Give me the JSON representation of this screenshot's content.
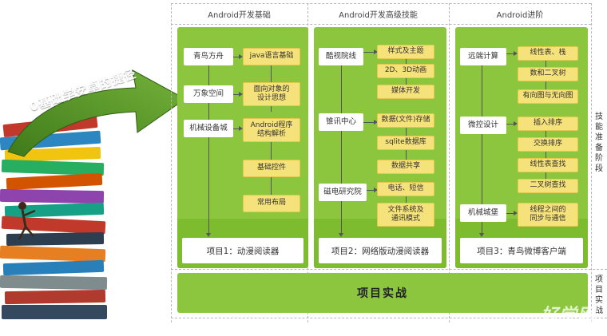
{
  "arrow_caption": "0基础学安卓的捷径",
  "headers": [
    "Android开发基础",
    "Android开发高级技能",
    "Android进阶"
  ],
  "side_labels": {
    "skills": "技能准备阶段",
    "project": "项目实战"
  },
  "columns": [
    {
      "mains": [
        "青鸟方舟",
        "万象空间",
        "机械设备城"
      ],
      "subs": [
        "java语言基础",
        "面向对象的\n设计思想",
        "Android程序\n结构解析",
        "基础控件",
        "常用布局"
      ],
      "project": "项目1：动漫阅读器"
    },
    {
      "mains": [
        "酷视院线",
        "锥讯中心",
        "磁电研究院"
      ],
      "subs": [
        "样式及主题",
        "2D、3D动画",
        "媒体开发",
        "数据(文件)存储",
        "sqlite数据库",
        "数据共享",
        "电话、短信",
        "文件系统及\n通讯模式"
      ],
      "project": "项目2：网络版动漫阅读器"
    },
    {
      "mains": [
        "远端计算",
        "微控设计",
        "机械城堡"
      ],
      "subs": [
        "线性表、栈",
        "数和二叉树",
        "有向图与无向图",
        "插入排序",
        "交换排序",
        "线性表查找",
        "二叉树查找",
        "线程之间的\n同步与通信"
      ],
      "project": "项目3：青鸟微博客户端"
    }
  ],
  "bottom_bar": "项目实战",
  "colors": {
    "panel_green": "#8cc63f",
    "arrow_green": "#5f9a26",
    "sub_yellow": "#f6e27a"
  }
}
